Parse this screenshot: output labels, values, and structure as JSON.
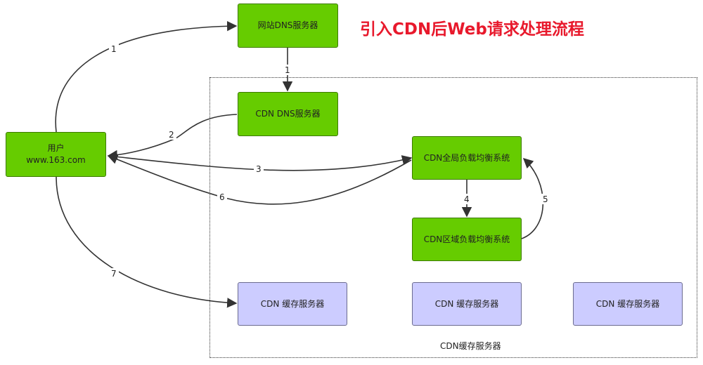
{
  "title": "引入CDN后Web请求处理流程",
  "nodes": {
    "site_dns": "网站DNS服务器",
    "cdn_dns": "CDN DNS服务器",
    "user_line1": "用户",
    "user_line2": "www.163.com",
    "cdn_global_lb": "CDN全局负载均衡系统",
    "cdn_region_lb": "CDN区域负载均衡系统",
    "cache_1": "CDN 缓存服务器",
    "cache_2": "CDN 缓存服务器",
    "cache_3": "CDN 缓存服务器"
  },
  "region_label": "CDN缓存服务器",
  "edges": {
    "e1a": "1",
    "e1b": "1",
    "e2": "2",
    "e3": "3",
    "e4": "4",
    "e5": "5",
    "e6": "6",
    "e7": "7"
  },
  "colors": {
    "green_node": "#66cc00",
    "cache_node": "#ccccff",
    "title": "#e8192c",
    "edge": "#333333"
  }
}
